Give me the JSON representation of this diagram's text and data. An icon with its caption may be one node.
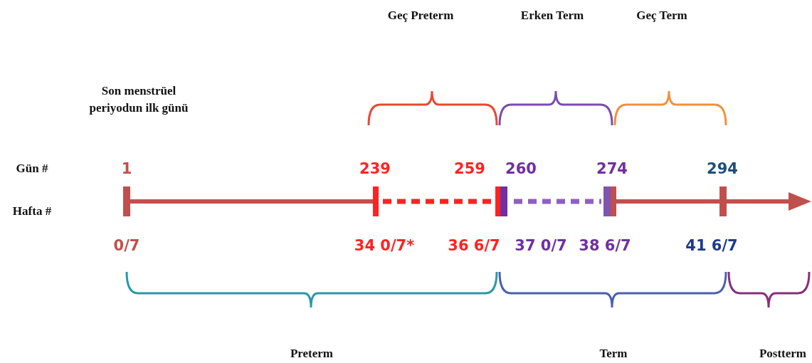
{
  "diagram": {
    "labels": [
      "Geç Preterm",
      "Erken Term",
      "Geç Term",
      "Son menstrüel periyodun ilk günü",
      "Gün #",
      "1",
      "239",
      "259",
      "260",
      "274",
      "294",
      "Hafta #",
      "0/7",
      "34 0/7*",
      "36 6/7",
      "37 0/7",
      "38 6/7",
      "41 6/7",
      "Preterm",
      "Term",
      "Postterm"
    ]
  }
}
